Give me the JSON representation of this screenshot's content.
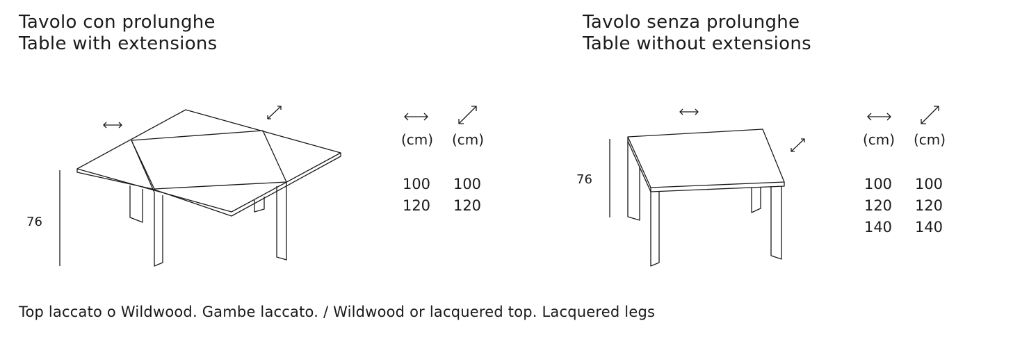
{
  "left": {
    "title_it": "Tavolo con prolunghe",
    "title_en": "Table with extensions",
    "height_label": "76",
    "unit_width": "(cm)",
    "unit_diag": "(cm)",
    "width_values": [
      "100",
      "120"
    ],
    "diag_values": [
      "100",
      "120"
    ],
    "width_icon": "horizontal-double-arrow-icon",
    "diag_icon": "diagonal-double-arrow-icon"
  },
  "right": {
    "title_it": "Tavolo senza prolunghe",
    "title_en": "Table without extensions",
    "height_label": "76",
    "unit_width": "(cm)",
    "unit_diag": "(cm)",
    "width_values": [
      "100",
      "120",
      "140"
    ],
    "diag_values": [
      "100",
      "120",
      "140"
    ],
    "width_icon": "horizontal-double-arrow-icon",
    "diag_icon": "diagonal-double-arrow-icon"
  },
  "footer": "Top laccato o Wildwood. Gambe laccato. / Wildwood or lacquered top. Lacquered legs",
  "colors": {
    "line": "#1a1a1a",
    "background": "#ffffff"
  }
}
